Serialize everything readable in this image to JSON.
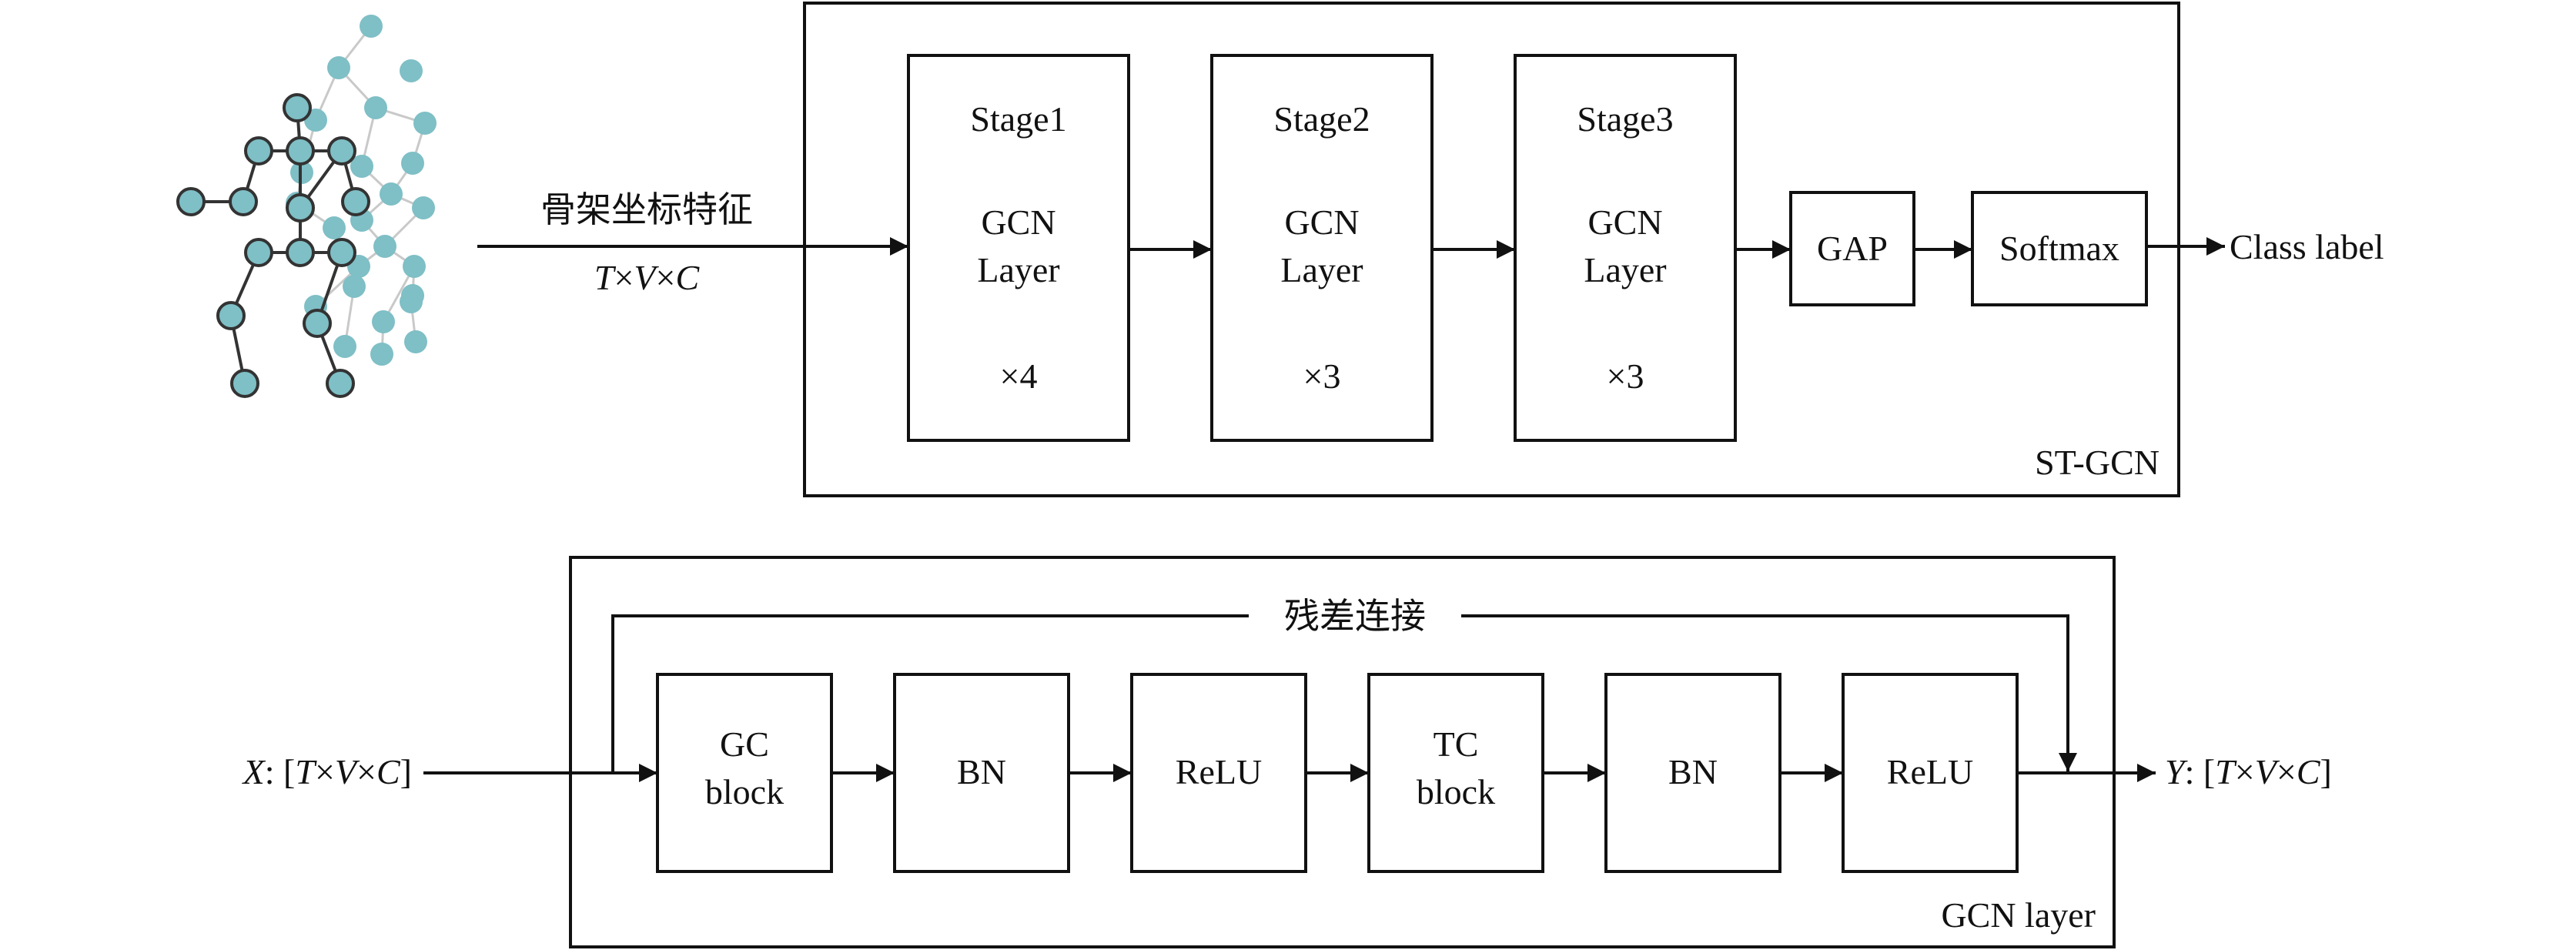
{
  "skeleton": {
    "node_color": "#7fbfc6",
    "edge_color": "#333333"
  },
  "input_feature_label": "骨架坐标特征",
  "input_shape": {
    "t": "T",
    "v": "V",
    "c": "C",
    "times": "×"
  },
  "stgcn": {
    "frame_label": "ST-GCN",
    "stages": [
      {
        "title": "Stage1",
        "line1": "GCN",
        "line2": "Layer",
        "repeat": "×4"
      },
      {
        "title": "Stage2",
        "line1": "GCN",
        "line2": "Layer",
        "repeat": "×3"
      },
      {
        "title": "Stage3",
        "line1": "GCN",
        "line2": "Layer",
        "repeat": "×3"
      }
    ],
    "gap_label": "GAP",
    "softmax_label": "Softmax",
    "output_label": "Class label"
  },
  "gcn_layer": {
    "frame_label": "GCN layer",
    "residual_label": "残差连接",
    "input": {
      "var": "X",
      "t": "T",
      "v": "V",
      "c": "C"
    },
    "output": {
      "var": "Y",
      "t": "T",
      "v": "V",
      "c": "C"
    },
    "blocks": [
      {
        "line1": "GC",
        "line2": "block"
      },
      {
        "line1": "BN",
        "line2": ""
      },
      {
        "line1": "ReLU",
        "line2": ""
      },
      {
        "line1": "TC",
        "line2": "block"
      },
      {
        "line1": "BN",
        "line2": ""
      },
      {
        "line1": "ReLU",
        "line2": ""
      }
    ]
  }
}
